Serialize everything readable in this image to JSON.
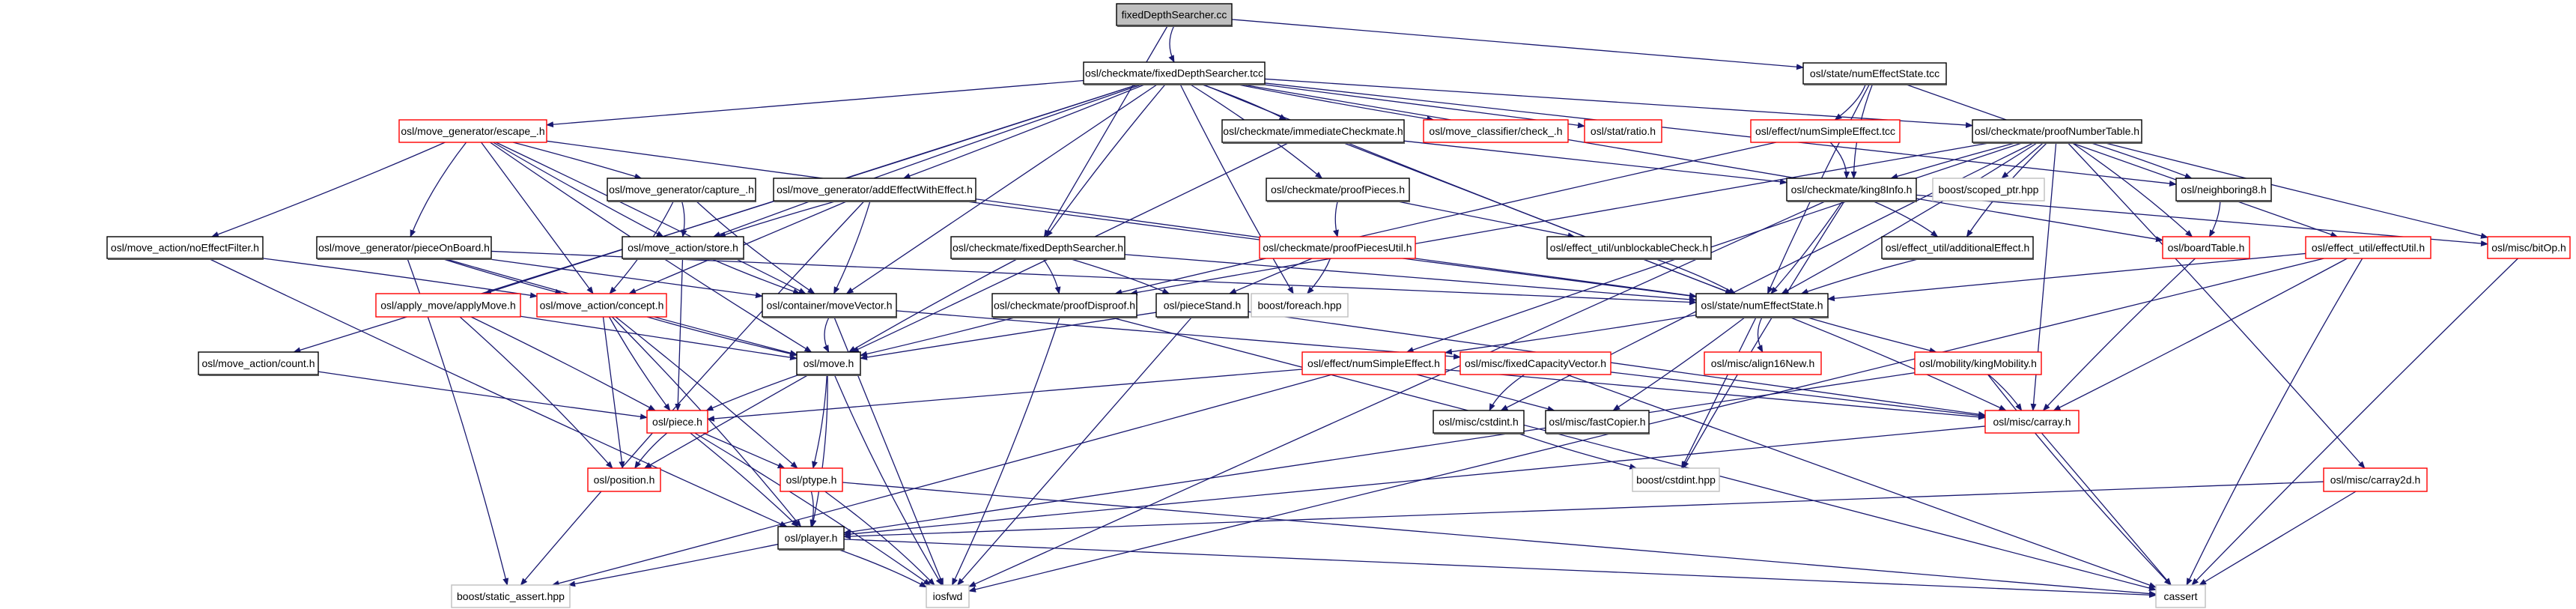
{
  "title": "fixedDepthSearcher.cc include dependency graph",
  "colors": {
    "edge": "#191970",
    "root_fill": "#bfbfbf",
    "root_border": "#000000",
    "documented_border": "#000000",
    "truncated_border": "#ff0000",
    "external_border": "#bfbfbf",
    "node_fill": "#ffffff"
  },
  "nodes": [
    {
      "id": "root",
      "label": "fixedDepthSearcher.cc",
      "kind": "root"
    },
    {
      "id": "fds_tcc",
      "label": "osl/checkmate/fixedDepthSearcher.tcc",
      "kind": "normal"
    },
    {
      "id": "nes_tcc",
      "label": "osl/state/numEffectState.tcc",
      "kind": "normal"
    },
    {
      "id": "escape",
      "label": "osl/move_generator/escape_.h",
      "kind": "truncated"
    },
    {
      "id": "immediate",
      "label": "osl/checkmate/immediateCheckmate.h",
      "kind": "normal"
    },
    {
      "id": "check",
      "label": "osl/move_classifier/check_.h",
      "kind": "truncated"
    },
    {
      "id": "ratio",
      "label": "osl/stat/ratio.h",
      "kind": "truncated"
    },
    {
      "id": "nse_tcc",
      "label": "osl/effect/numSimpleEffect.tcc",
      "kind": "truncated"
    },
    {
      "id": "pnt",
      "label": "osl/checkmate/proofNumberTable.h",
      "kind": "normal"
    },
    {
      "id": "capture",
      "label": "osl/move_generator/capture_.h",
      "kind": "normal"
    },
    {
      "id": "addeff",
      "label": "osl/move_generator/addEffectWithEffect.h",
      "kind": "normal"
    },
    {
      "id": "proofpieces",
      "label": "osl/checkmate/proofPieces.h",
      "kind": "normal"
    },
    {
      "id": "king8",
      "label": "osl/checkmate/king8Info.h",
      "kind": "normal"
    },
    {
      "id": "scoped",
      "label": "boost/scoped_ptr.hpp",
      "kind": "external"
    },
    {
      "id": "neigh8",
      "label": "osl/neighboring8.h",
      "kind": "normal"
    },
    {
      "id": "noeff",
      "label": "osl/move_action/noEffectFilter.h",
      "kind": "normal"
    },
    {
      "id": "pob",
      "label": "osl/move_generator/pieceOnBoard.h",
      "kind": "normal"
    },
    {
      "id": "store",
      "label": "osl/move_action/store.h",
      "kind": "normal"
    },
    {
      "id": "fds_h",
      "label": "osl/checkmate/fixedDepthSearcher.h",
      "kind": "normal"
    },
    {
      "id": "ppu",
      "label": "osl/checkmate/proofPiecesUtil.h",
      "kind": "truncated"
    },
    {
      "id": "unblock",
      "label": "osl/effect_util/unblockableCheck.h",
      "kind": "normal"
    },
    {
      "id": "addl",
      "label": "osl/effect_util/additionalEffect.h",
      "kind": "normal"
    },
    {
      "id": "boardtable",
      "label": "osl/boardTable.h",
      "kind": "truncated"
    },
    {
      "id": "effutil",
      "label": "osl/effect_util/effectUtil.h",
      "kind": "truncated"
    },
    {
      "id": "bitop",
      "label": "osl/misc/bitOp.h",
      "kind": "truncated"
    },
    {
      "id": "applymove",
      "label": "osl/apply_move/applyMove.h",
      "kind": "truncated"
    },
    {
      "id": "concept",
      "label": "osl/move_action/concept.h",
      "kind": "truncated"
    },
    {
      "id": "movevec",
      "label": "osl/container/moveVector.h",
      "kind": "normal"
    },
    {
      "id": "proofdis",
      "label": "osl/checkmate/proofDisproof.h",
      "kind": "normal"
    },
    {
      "id": "piecestand",
      "label": "osl/pieceStand.h",
      "kind": "normal"
    },
    {
      "id": "foreach",
      "label": "boost/foreach.hpp",
      "kind": "external"
    },
    {
      "id": "nes_h",
      "label": "osl/state/numEffectState.h",
      "kind": "normal"
    },
    {
      "id": "count",
      "label": "osl/move_action/count.h",
      "kind": "normal"
    },
    {
      "id": "move",
      "label": "osl/move.h",
      "kind": "normal"
    },
    {
      "id": "nse_h",
      "label": "osl/effect/numSimpleEffect.h",
      "kind": "truncated"
    },
    {
      "id": "fcv",
      "label": "osl/misc/fixedCapacityVector.h",
      "kind": "truncated"
    },
    {
      "id": "align16",
      "label": "osl/misc/align16New.h",
      "kind": "truncated"
    },
    {
      "id": "kingmob",
      "label": "osl/mobility/kingMobility.h",
      "kind": "truncated"
    },
    {
      "id": "piece",
      "label": "osl/piece.h",
      "kind": "truncated"
    },
    {
      "id": "cstdint_h",
      "label": "osl/misc/cstdint.h",
      "kind": "normal"
    },
    {
      "id": "fastcopier",
      "label": "osl/misc/fastCopier.h",
      "kind": "normal"
    },
    {
      "id": "carray",
      "label": "osl/misc/carray.h",
      "kind": "truncated"
    },
    {
      "id": "position",
      "label": "osl/position.h",
      "kind": "truncated"
    },
    {
      "id": "ptype",
      "label": "osl/ptype.h",
      "kind": "truncated"
    },
    {
      "id": "cstdint_hpp",
      "label": "boost/cstdint.hpp",
      "kind": "external"
    },
    {
      "id": "carray2d",
      "label": "osl/misc/carray2d.h",
      "kind": "truncated"
    },
    {
      "id": "player",
      "label": "osl/player.h",
      "kind": "normal"
    },
    {
      "id": "static_assert",
      "label": "boost/static_assert.hpp",
      "kind": "external"
    },
    {
      "id": "iosfwd",
      "label": "iosfwd",
      "kind": "external"
    },
    {
      "id": "cassert",
      "label": "cassert",
      "kind": "external"
    }
  ],
  "edges": [
    [
      "root",
      "fds_tcc"
    ],
    [
      "root",
      "nes_tcc"
    ],
    [
      "root",
      "fds_h"
    ],
    [
      "fds_tcc",
      "escape"
    ],
    [
      "fds_tcc",
      "immediate"
    ],
    [
      "fds_tcc",
      "check"
    ],
    [
      "fds_tcc",
      "ratio"
    ],
    [
      "fds_tcc",
      "pnt"
    ],
    [
      "fds_tcc",
      "addeff"
    ],
    [
      "fds_tcc",
      "proofpieces"
    ],
    [
      "fds_tcc",
      "store"
    ],
    [
      "fds_tcc",
      "fds_h"
    ],
    [
      "fds_tcc",
      "movevec"
    ],
    [
      "fds_tcc",
      "applymove"
    ],
    [
      "fds_tcc",
      "count"
    ],
    [
      "fds_tcc",
      "nes_h"
    ],
    [
      "fds_tcc",
      "foreach"
    ],
    [
      "fds_tcc",
      "neigh8"
    ],
    [
      "fds_tcc",
      "boardtable"
    ],
    [
      "nes_tcc",
      "nse_tcc"
    ],
    [
      "nes_tcc",
      "king8"
    ],
    [
      "nes_tcc",
      "nes_h"
    ],
    [
      "nes_tcc",
      "effutil"
    ],
    [
      "escape",
      "capture"
    ],
    [
      "escape",
      "noeff"
    ],
    [
      "escape",
      "pob"
    ],
    [
      "escape",
      "store"
    ],
    [
      "escape",
      "concept"
    ],
    [
      "escape",
      "movevec"
    ],
    [
      "escape",
      "nes_h"
    ],
    [
      "escape",
      "move"
    ],
    [
      "immediate",
      "king8"
    ],
    [
      "immediate",
      "nes_h"
    ],
    [
      "immediate",
      "move"
    ],
    [
      "nse_tcc",
      "king8"
    ],
    [
      "nse_tcc",
      "proofdis"
    ],
    [
      "pnt",
      "king8"
    ],
    [
      "pnt",
      "scoped"
    ],
    [
      "pnt",
      "neigh8"
    ],
    [
      "pnt",
      "boardtable"
    ],
    [
      "pnt",
      "addl"
    ],
    [
      "pnt",
      "bitop"
    ],
    [
      "pnt",
      "carray"
    ],
    [
      "pnt",
      "carray2d"
    ],
    [
      "pnt",
      "nes_h"
    ],
    [
      "pnt",
      "nse_h"
    ],
    [
      "pnt",
      "cstdint_h"
    ],
    [
      "pnt",
      "proofdis"
    ],
    [
      "capture",
      "store"
    ],
    [
      "capture",
      "concept"
    ],
    [
      "capture",
      "movevec"
    ],
    [
      "addeff",
      "store"
    ],
    [
      "addeff",
      "concept"
    ],
    [
      "addeff",
      "movevec"
    ],
    [
      "addeff",
      "nes_h"
    ],
    [
      "addeff",
      "static_assert"
    ],
    [
      "proofpieces",
      "ppu"
    ],
    [
      "proofpieces",
      "unblock"
    ],
    [
      "king8",
      "nes_h"
    ],
    [
      "king8",
      "addl"
    ],
    [
      "king8",
      "bitop"
    ],
    [
      "king8",
      "cstdint_hpp"
    ],
    [
      "king8",
      "iosfwd"
    ],
    [
      "neigh8",
      "boardtable"
    ],
    [
      "noeff",
      "concept"
    ],
    [
      "noeff",
      "player"
    ],
    [
      "pob",
      "concept"
    ],
    [
      "pob",
      "movevec"
    ],
    [
      "pob",
      "nes_h"
    ],
    [
      "pob",
      "static_assert"
    ],
    [
      "pob",
      "move"
    ],
    [
      "store",
      "movevec"
    ],
    [
      "store",
      "piece"
    ],
    [
      "fds_h",
      "proofdis"
    ],
    [
      "fds_h",
      "piecestand"
    ],
    [
      "fds_h",
      "nes_h"
    ],
    [
      "fds_h",
      "move"
    ],
    [
      "ppu",
      "piecestand"
    ],
    [
      "ppu",
      "foreach"
    ],
    [
      "unblock",
      "nes_h"
    ],
    [
      "addl",
      "nes_h"
    ],
    [
      "boardtable",
      "carray"
    ],
    [
      "effutil",
      "nes_h"
    ],
    [
      "effutil",
      "carray"
    ],
    [
      "effutil",
      "iosfwd"
    ],
    [
      "effutil",
      "cassert"
    ],
    [
      "bitop",
      "cassert"
    ],
    [
      "applymove",
      "move"
    ],
    [
      "applymove",
      "piece"
    ],
    [
      "applymove",
      "position"
    ],
    [
      "concept",
      "move"
    ],
    [
      "concept",
      "piece"
    ],
    [
      "concept",
      "position"
    ],
    [
      "concept",
      "ptype"
    ],
    [
      "concept",
      "player"
    ],
    [
      "movevec",
      "move"
    ],
    [
      "movevec",
      "fcv"
    ],
    [
      "movevec",
      "iosfwd"
    ],
    [
      "proofdis",
      "move"
    ],
    [
      "proofdis",
      "iosfwd"
    ],
    [
      "proofdis",
      "cassert"
    ],
    [
      "piecestand",
      "move"
    ],
    [
      "piecestand",
      "iosfwd"
    ],
    [
      "piecestand",
      "carray"
    ],
    [
      "nes_h",
      "nse_h"
    ],
    [
      "nes_h",
      "align16"
    ],
    [
      "nes_h",
      "kingmob"
    ],
    [
      "nes_h",
      "cstdint_hpp"
    ],
    [
      "nes_h",
      "fastcopier"
    ],
    [
      "nes_h",
      "carray"
    ],
    [
      "count",
      "piece"
    ],
    [
      "move",
      "piece"
    ],
    [
      "move",
      "position"
    ],
    [
      "move",
      "ptype"
    ],
    [
      "move",
      "player"
    ],
    [
      "move",
      "iosfwd"
    ],
    [
      "nse_h",
      "piece"
    ],
    [
      "nse_h",
      "fastcopier"
    ],
    [
      "nse_h",
      "carray"
    ],
    [
      "nse_h",
      "static_assert"
    ],
    [
      "fcv",
      "cstdint_h"
    ],
    [
      "fcv",
      "carray"
    ],
    [
      "fcv",
      "cassert"
    ],
    [
      "kingmob",
      "carray"
    ],
    [
      "kingmob",
      "player"
    ],
    [
      "kingmob",
      "cassert"
    ],
    [
      "piece",
      "position"
    ],
    [
      "piece",
      "ptype"
    ],
    [
      "piece",
      "player"
    ],
    [
      "piece",
      "iosfwd"
    ],
    [
      "cstdint_h",
      "cstdint_hpp"
    ],
    [
      "carray",
      "player"
    ],
    [
      "carray",
      "cassert"
    ],
    [
      "ptype",
      "player"
    ],
    [
      "ptype",
      "iosfwd"
    ],
    [
      "ptype",
      "cassert"
    ],
    [
      "carray2d",
      "player"
    ],
    [
      "carray2d",
      "cassert"
    ],
    [
      "player",
      "static_assert"
    ],
    [
      "player",
      "iosfwd"
    ],
    [
      "player",
      "cassert"
    ]
  ]
}
